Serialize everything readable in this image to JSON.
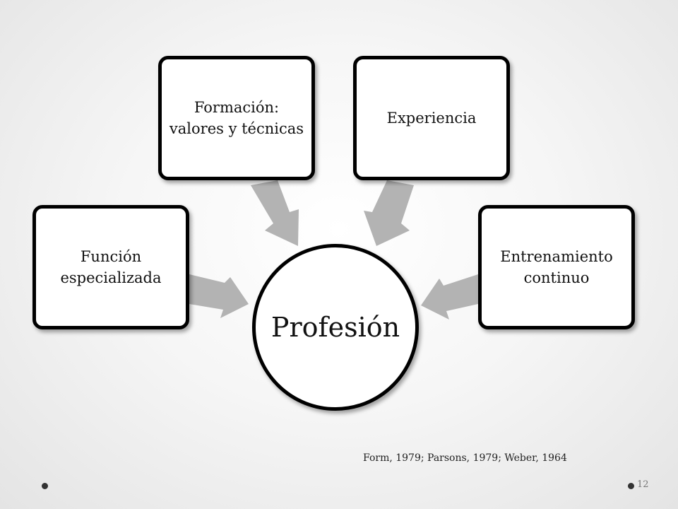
{
  "center": {
    "label": "Profesión"
  },
  "nodes": {
    "funcion": "Función especializada",
    "formacion": "Formación: valores y técnicas",
    "experiencia": "Experiencia",
    "entrenamiento": "Entrenamiento continuo"
  },
  "citation": "Form, 1979; Parsons, 1979; Weber, 1964",
  "page_number": "12",
  "colors": {
    "arrow": "#b3b3b3",
    "border": "#000000",
    "box_fill": "#ffffff"
  }
}
